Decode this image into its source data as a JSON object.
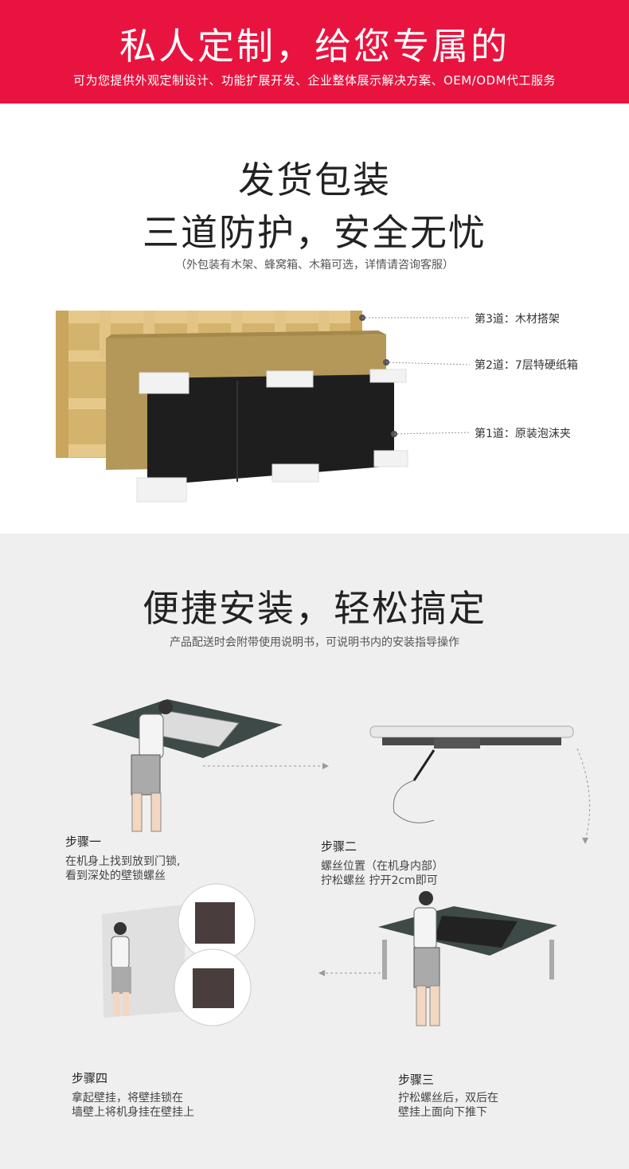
{
  "banner": {
    "title": "私人定制，给您专属的",
    "subtitle": "可为您提供外观定制设计、功能扩展开发、企业整体展示解决方案、OEM/ODM代工服务",
    "color": "#e8143f"
  },
  "packaging": {
    "title_line1": "发货包装",
    "title_line2": "三道防护，安全无忧",
    "note": "（外包装有木架、蜂窝箱、木箱可选，详情请咨询客服）",
    "layers": [
      {
        "label": "第3道：木材搭架",
        "icon": "wood-frame-icon"
      },
      {
        "label": "第2道：7层特硬纸箱",
        "icon": "cardboard-box-icon"
      },
      {
        "label": "第1道：原装泡沫夹",
        "icon": "foam-clip-icon"
      }
    ]
  },
  "install": {
    "title": "便捷安装，轻松搞定",
    "subtitle": "产品配送时会附带使用说明书，可说明书内的安装指导操作",
    "steps": [
      {
        "title": "步骤一",
        "line1": "在机身上找到放到门锁,",
        "line2": "看到深处的壁锁螺丝",
        "icon": "person-at-table-icon"
      },
      {
        "title": "步骤二",
        "line1": "螺丝位置（在机身内部）",
        "line2": "拧松螺丝    拧开2cm即可",
        "icon": "screwdriver-icon"
      },
      {
        "title": "步骤三",
        "line1": "拧松螺丝后，双后在",
        "line2": "壁挂上面向下推下",
        "icon": "person-pushing-screen-icon"
      },
      {
        "title": "步骤四",
        "line1": "拿起壁挂，将壁挂锁在",
        "line2": "墙壁上将机身挂在壁挂上",
        "icon": "wall-mount-icon"
      }
    ]
  }
}
